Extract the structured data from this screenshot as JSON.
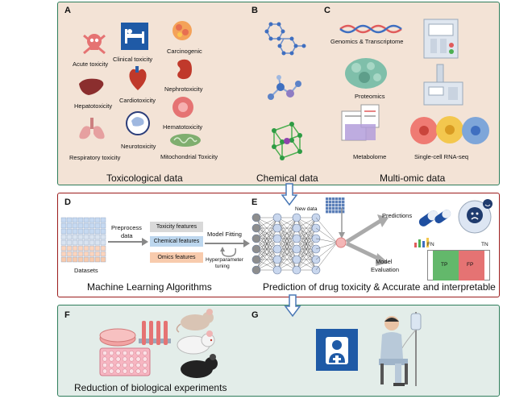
{
  "panels": {
    "A": {
      "letter": "A",
      "items": [
        "Acute toxicity",
        "Clinical toxicity",
        "Carcinogenic",
        "Hepatotoxicity",
        "Cardiotoxicity",
        "Nephrotoxicity",
        "Hematotoxicity",
        "Neurotoxicity",
        "Respiratory toxicity",
        "Mitochondrial Toxicity"
      ],
      "caption": "Toxicological data"
    },
    "B": {
      "letter": "B",
      "caption": "Chemical data"
    },
    "C": {
      "letter": "C",
      "items": [
        "Genomics & Transcriptome",
        "Proteomics",
        "Metabolome",
        "Single-cell RNA-seq"
      ],
      "caption": "Multi-omic data"
    },
    "D": {
      "letter": "D",
      "datasets": "Datasets",
      "preprocess": [
        "Preprocess",
        "data"
      ],
      "features": [
        "Toxicity features",
        "Chemical features",
        "Omics features"
      ],
      "model_fitting": "Model Fitting",
      "hyperparameter": [
        "Hyperparameter",
        "tuning"
      ],
      "caption": "Machine Learning Algorithms"
    },
    "E": {
      "letter": "E",
      "new_data": "New data",
      "predictions": "Predictions",
      "evaluation": [
        "Model",
        "Evaluation"
      ],
      "matrix": {
        "fn": "FN",
        "tn": "TN",
        "tp": "TP",
        "fp": "FP"
      },
      "caption": "Prediction of drug toxicity & Accurate and interpretable"
    },
    "F": {
      "letter": "F",
      "caption": "Reduction of biological experiments"
    },
    "G": {
      "letter": "G"
    }
  },
  "colors": {
    "top_border": "#2e7d5b",
    "mid_border": "#9b1c1c",
    "top_bg": "#f3e3d6",
    "bot_bg": "#e3ede9",
    "arrow": "#4a78b5",
    "toxicity_feature": "#d9d9d9",
    "chemical_feature": "#bdd7ee",
    "omics_feature": "#f8cbad",
    "tp": "#63b86b",
    "fp": "#e57373"
  },
  "icons": [
    "skull-icon",
    "hospital-bed-icon",
    "carcinogenic-cell-icon",
    "liver-icon",
    "heart-icon",
    "kidney-icon",
    "lungs-icon",
    "brain-head-icon",
    "blood-cell-icon",
    "mitochondria-icon",
    "molecule-icon",
    "dna-helix-icon",
    "lab-instrument-icon",
    "protein-icon",
    "mass-spec-icon",
    "metabolome-chart-icon",
    "single-cells-icon",
    "dataset-grid-icon",
    "neural-network-icon",
    "pills-icon",
    "sad-face-icon",
    "confusion-matrix-icon",
    "petri-dish-icon",
    "test-tubes-icon",
    "well-plate-icon",
    "mouse-icon",
    "doctor-icon",
    "patient-icon"
  ]
}
